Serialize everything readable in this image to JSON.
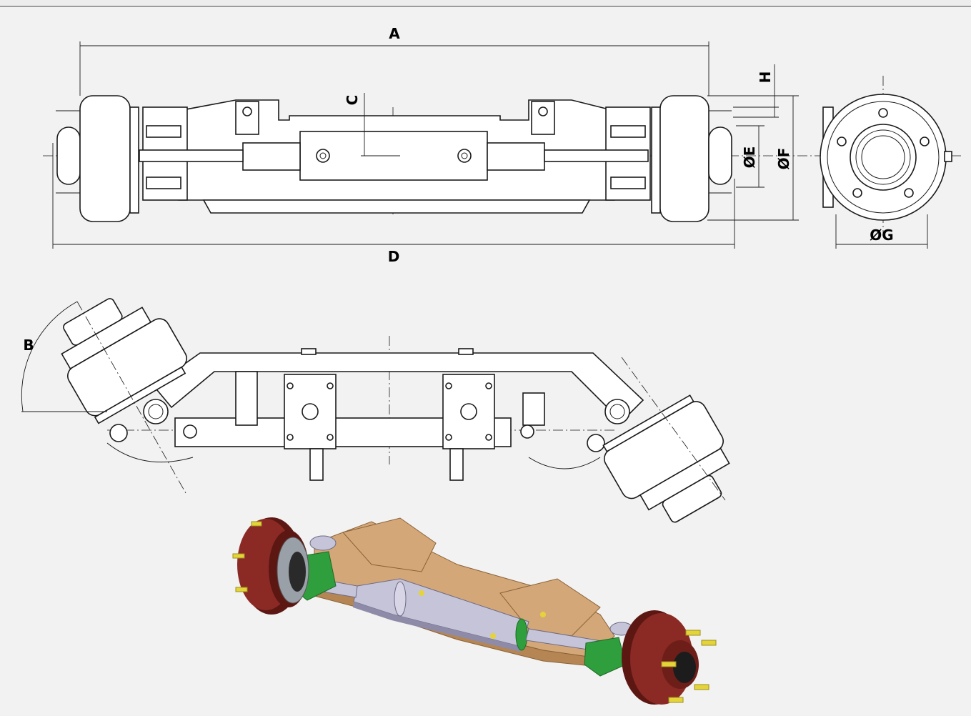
{
  "dimensions": {
    "a": "A",
    "b": "B",
    "c": "C",
    "d": "D",
    "e": "ØE",
    "f": "ØF",
    "g": "ØG",
    "h": "H"
  },
  "colors": {
    "background": "#f2f2f2",
    "line": "#1a1a1a",
    "beam": "#d4a778",
    "beam_dark": "#b58654",
    "wheel": "#8b2a24",
    "wheel_dark": "#5c1713",
    "cylinder": "#c6c4d8",
    "cylinder_dark": "#8e8ba8",
    "green_part": "#2f9e3c",
    "stud": "#e4d43a",
    "hub": "#1c1c1c"
  }
}
